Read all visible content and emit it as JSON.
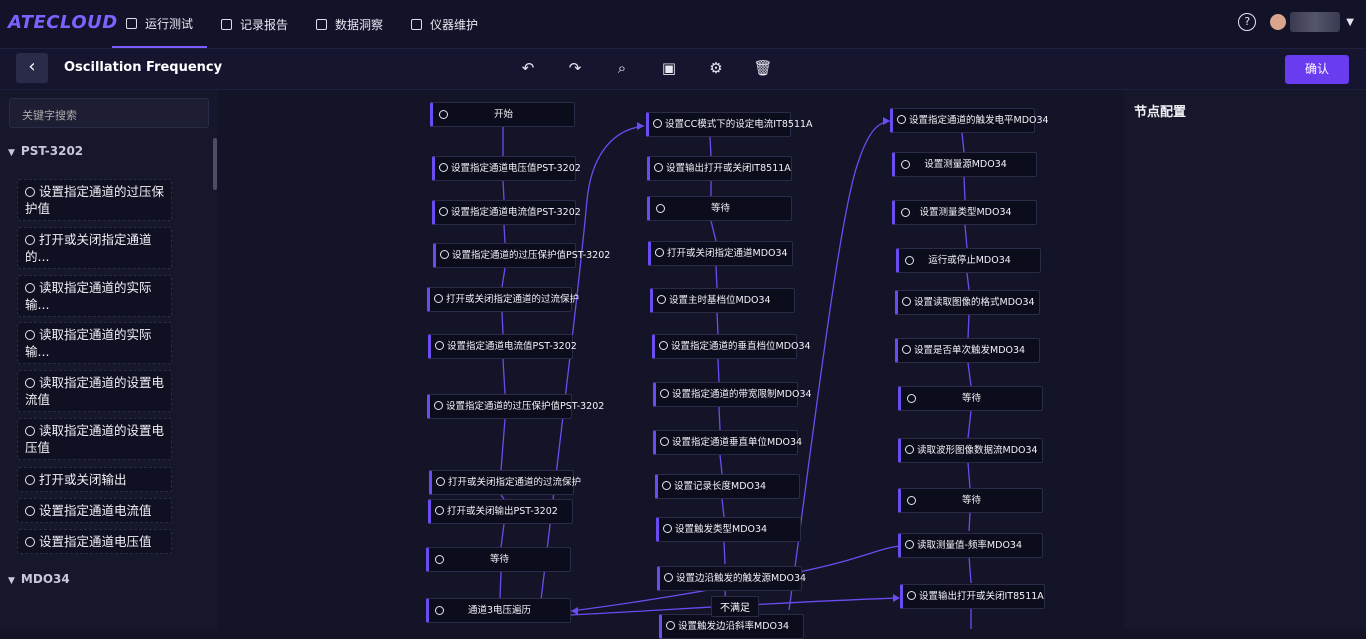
{
  "app": {
    "logo": "ATECLOUD",
    "page_title": "Oscillation Frequency",
    "confirm_label": "确认"
  },
  "nav": [
    {
      "label": "运行测试",
      "active": true
    },
    {
      "label": "记录报告",
      "active": false
    },
    {
      "label": "数据洞察",
      "active": false
    },
    {
      "label": "仪器维护",
      "active": false
    }
  ],
  "sidebar": {
    "search_placeholder": "关键字搜索",
    "groups": [
      {
        "name": "PST-3202",
        "items": [
          "设置指定通道的过压保护值",
          "打开或关闭指定通道的...",
          "读取指定通道的实际输...",
          "读取指定通道的实际输...",
          "读取指定通道的设置电流值",
          "读取指定通道的设置电压值",
          "打开或关闭输出",
          "设置指定通道电流值",
          "设置指定通道电压值"
        ]
      },
      {
        "name": "MDO34",
        "items": []
      }
    ]
  },
  "flow": {
    "col1": [
      "开始",
      "设置指定通道电压值PST-3202",
      "设置指定通道电流值PST-3202",
      "设置指定通道的过压保护值PST-3202",
      "打开或关闭指定通道的过流保护",
      "设置指定通道电流值PST-3202",
      "设置指定通道的过压保护值PST-3202",
      "打开或关闭指定通道的过流保护",
      "打开或关闭输出PST-3202",
      "等待",
      "通道3电压遍历"
    ],
    "col2": [
      "设置CC模式下的设定电流IT8511A",
      "设置输出打开或关闭IT8511A",
      "等待",
      "打开或关闭指定通道MDO34",
      "设置主时基档位MDO34",
      "设置指定通道的垂直档位MDO34",
      "设置指定通道的带宽限制MDO34",
      "设置指定通道垂直单位MDO34",
      "设置记录长度MDO34",
      "设置触发类型MDO34",
      "设置边沿触发的触发源MDO34",
      "设置触发边沿斜率MDO34"
    ],
    "col3": [
      "设置指定通道的触发电平MDO34",
      "设置测量源MDO34",
      "设置测量类型MDO34",
      "运行或停止MDO34",
      "设置读取图像的格式MDO34",
      "设置是否单次触发MDO34",
      "等待",
      "读取波形图像数据流MDO34",
      "等待",
      "读取测量值-频率MDO34",
      "设置输出打开或关闭IT8511A"
    ],
    "tag": "不满足"
  },
  "right_panel": {
    "title": "节点配置"
  },
  "colors": {
    "accent": "#6a3cf0",
    "edge": "#6b4cf0"
  }
}
